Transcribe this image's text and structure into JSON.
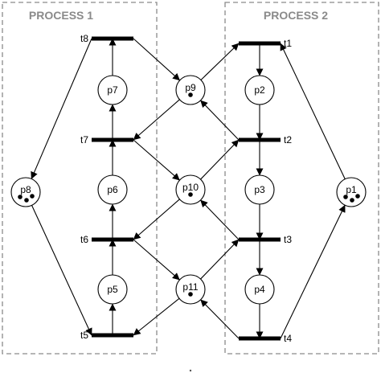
{
  "processes": [
    {
      "id": "process1",
      "label": "PROCESS 1"
    },
    {
      "id": "process2",
      "label": "PROCESS 2"
    }
  ],
  "places": [
    {
      "id": "p1",
      "label": "p1",
      "tokens": 3
    },
    {
      "id": "p2",
      "label": "p2",
      "tokens": 0
    },
    {
      "id": "p3",
      "label": "p3",
      "tokens": 0
    },
    {
      "id": "p4",
      "label": "p4",
      "tokens": 0
    },
    {
      "id": "p5",
      "label": "p5",
      "tokens": 0
    },
    {
      "id": "p6",
      "label": "p6",
      "tokens": 0
    },
    {
      "id": "p7",
      "label": "p7",
      "tokens": 0
    },
    {
      "id": "p8",
      "label": "p8",
      "tokens": 3
    },
    {
      "id": "p9",
      "label": "p9",
      "tokens": 1
    },
    {
      "id": "p10",
      "label": "p10",
      "tokens": 1
    },
    {
      "id": "p11",
      "label": "p11",
      "tokens": 1
    }
  ],
  "transitions": [
    {
      "id": "t1",
      "label": "t1"
    },
    {
      "id": "t2",
      "label": "t2"
    },
    {
      "id": "t3",
      "label": "t3"
    },
    {
      "id": "t4",
      "label": "t4"
    },
    {
      "id": "t5",
      "label": "t5"
    },
    {
      "id": "t6",
      "label": "t6"
    },
    {
      "id": "t7",
      "label": "t7"
    },
    {
      "id": "t8",
      "label": "t8"
    }
  ],
  "arcs": [
    {
      "from": "t1",
      "to": "p2"
    },
    {
      "from": "p2",
      "to": "t2"
    },
    {
      "from": "t2",
      "to": "p3"
    },
    {
      "from": "p3",
      "to": "t3"
    },
    {
      "from": "t3",
      "to": "p4"
    },
    {
      "from": "p4",
      "to": "t4"
    },
    {
      "from": "t4",
      "to": "p1"
    },
    {
      "from": "p1",
      "to": "t1"
    },
    {
      "from": "t5",
      "to": "p5"
    },
    {
      "from": "p5",
      "to": "t6"
    },
    {
      "from": "t6",
      "to": "p6"
    },
    {
      "from": "p6",
      "to": "t7"
    },
    {
      "from": "t7",
      "to": "p7"
    },
    {
      "from": "p7",
      "to": "t8"
    },
    {
      "from": "t8",
      "to": "p8"
    },
    {
      "from": "p8",
      "to": "t5"
    },
    {
      "from": "p9",
      "to": "t1"
    },
    {
      "from": "t2",
      "to": "p9"
    },
    {
      "from": "p9",
      "to": "t7"
    },
    {
      "from": "t8",
      "to": "p9"
    },
    {
      "from": "p10",
      "to": "t2"
    },
    {
      "from": "t3",
      "to": "p10"
    },
    {
      "from": "p10",
      "to": "t6"
    },
    {
      "from": "t7",
      "to": "p10"
    },
    {
      "from": "p11",
      "to": "t3"
    },
    {
      "from": "t4",
      "to": "p11"
    },
    {
      "from": "p11",
      "to": "t5"
    },
    {
      "from": "t6",
      "to": "p11"
    }
  ],
  "colors": {
    "box": "#8a8a8a",
    "ink": "#000000"
  }
}
